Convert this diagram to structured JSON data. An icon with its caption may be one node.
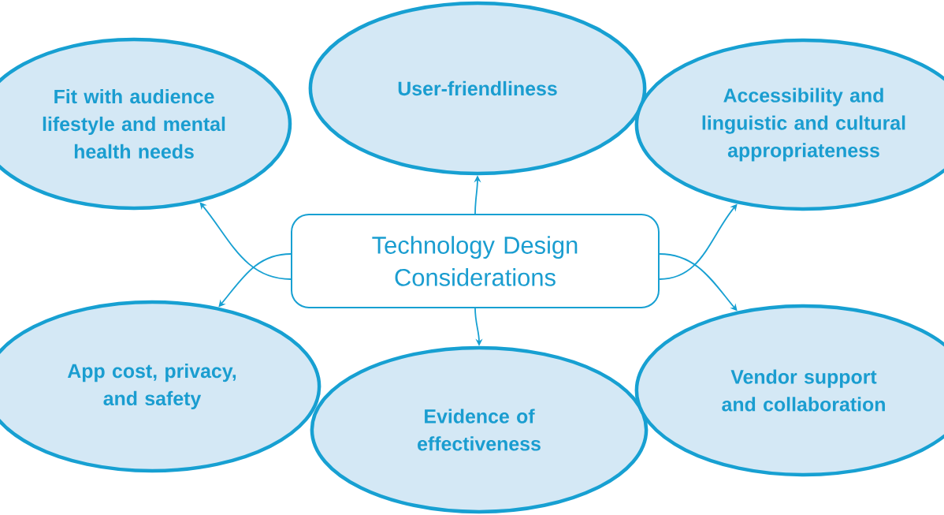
{
  "diagram": {
    "nodes": [
      {
        "text": [
          "Fit with audience lifestyle and mental health needs"
        ]
      },
      {
        "text": [
          "User-friendliness"
        ]
      },
      {
        "text": [
          "Accessibility and linguistic and cultural appropriateness"
        ]
      },
      {
        "text": [
          "Technology Design Considerations"
        ]
      },
      {
        "text": [
          "App cost, privacy, and safety"
        ]
      },
      {
        "text": [
          "Evidence of effectiveness"
        ]
      },
      {
        "text": [
          "Vendor support and collaboration"
        ]
      }
    ],
    "edges": [
      {
        "from": 3,
        "to": 0,
        "arrow": "to"
      },
      {
        "from": 3,
        "to": 1,
        "arrow": "to"
      },
      {
        "from": 3,
        "to": 2,
        "arrow": "to"
      },
      {
        "from": 3,
        "to": 4,
        "arrow": "to"
      },
      {
        "from": 3,
        "to": 5,
        "arrow": "to"
      },
      {
        "from": 3,
        "to": 6,
        "arrow": "to"
      }
    ]
  }
}
